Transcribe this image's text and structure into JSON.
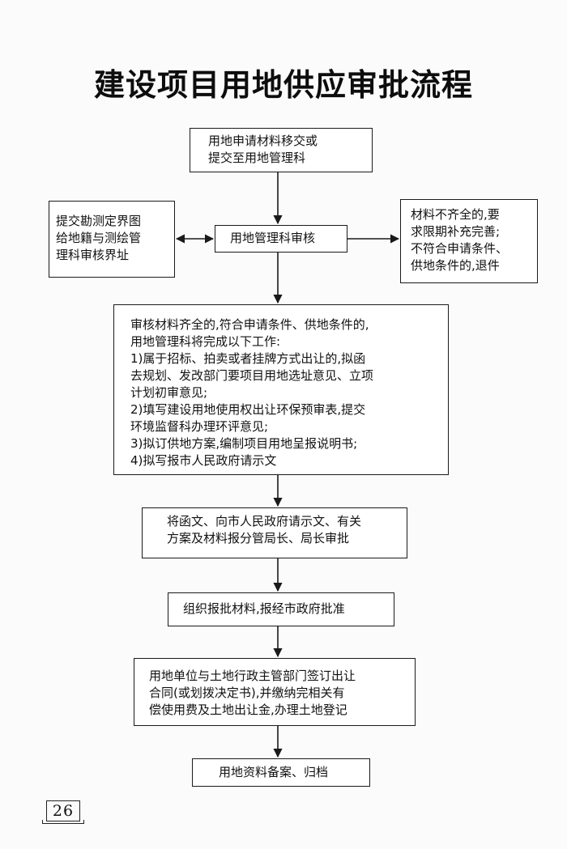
{
  "title": "建设项目用地供应审批流程",
  "steps": {
    "apply": [
      "用地申请材料移交或",
      "提交至用地管理科"
    ],
    "review": [
      "用地管理科审核"
    ],
    "survey": [
      "提交勘测定界图",
      "给地籍与测绘管",
      "理科审核界址"
    ],
    "return": [
      "材料不齐全的,要",
      "求限期补充完善;",
      "不符合申请条件、",
      "供地条件的,退件"
    ],
    "tasks": [
      "审核材料齐全的,符合申请条件、供地条件的,",
      "用地管理科将完成以下工作:",
      "1)属于招标、拍卖或者挂牌方式出让的,拟函",
      "去规划、发改部门要项目用地选址意见、立项",
      "计划初审意见;",
      "2)填写建设用地使用权出让环保预审表,提交",
      "环境监督科办理环评意见;",
      "3)拟订供地方案,编制项目用地呈报说明书;",
      "4)拟写报市人民政府请示文"
    ],
    "submit": [
      "将函文、向市人民政府请示文、有关",
      "方案及材料报分管局长、局长审批"
    ],
    "approve": [
      "组织报批材料,报经市政府批准"
    ],
    "contract": [
      "用地单位与土地行政主管部门签订出让",
      "合同(或划拨决定书),并缴纳完相关有",
      "偿使用费及土地出让金,办理土地登记"
    ],
    "archive": [
      "用地资料备案、归档"
    ]
  },
  "page_number": "26"
}
